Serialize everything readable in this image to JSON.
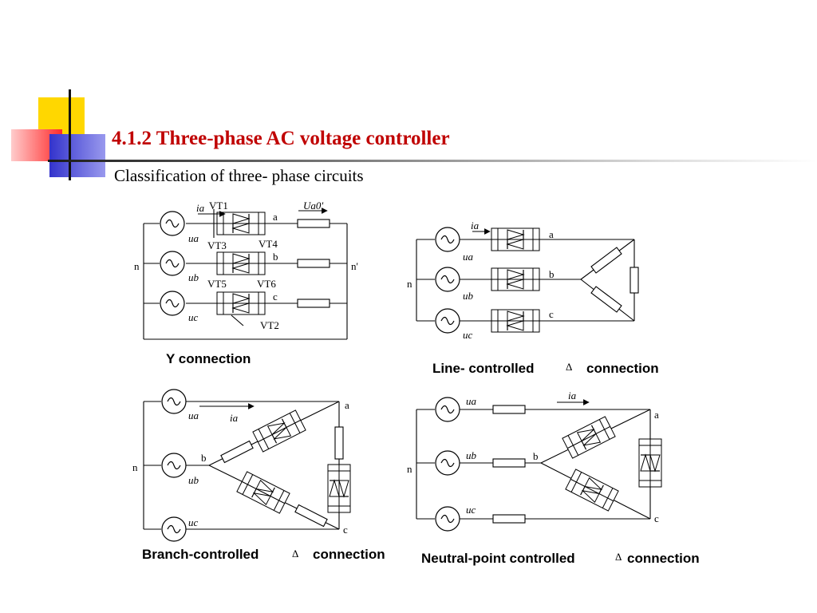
{
  "title": "4.1.2 Three-phase AC voltage controller",
  "subtitle": "Classification of three- phase circuits",
  "colors": {
    "title": "#c00000",
    "yellow": "#ffd700",
    "blue": "#3333cc",
    "red": "#ff3333"
  },
  "diagrams": {
    "y": {
      "caption": "Y connection",
      "vt1": "VT1",
      "vt4": "VT4",
      "vt3": "VT3",
      "vt6": "VT6",
      "vt5": "VT5",
      "vt2": "VT2",
      "ia": "ia",
      "ua0": "Ua0'",
      "ua": "ua",
      "ub": "ub",
      "uc": "uc",
      "a": "a",
      "b": "b",
      "c": "c",
      "n": "n",
      "n2": "n'"
    },
    "line": {
      "caption_left": "Line- controlled",
      "delta": "Δ",
      "caption_right": "connection",
      "ia": "ia",
      "ua": "ua",
      "ub": "ub",
      "uc": "uc",
      "a": "a",
      "b": "b",
      "c": "c",
      "n": "n"
    },
    "branch": {
      "caption_left": "Branch-controlled",
      "delta": "Δ",
      "caption_right": "connection",
      "ia": "ia",
      "ua": "ua",
      "ub": "ub",
      "uc": "uc",
      "a": "a",
      "b": "b",
      "c": "c",
      "n": "n"
    },
    "neutral": {
      "caption_left": "Neutral-point controlled",
      "delta": "Δ",
      "caption_right": "connection",
      "ia": "ia",
      "ua": "ua",
      "ub": "ub",
      "uc": "uc",
      "a": "a",
      "b": "b",
      "c": "c",
      "n": "n"
    }
  }
}
